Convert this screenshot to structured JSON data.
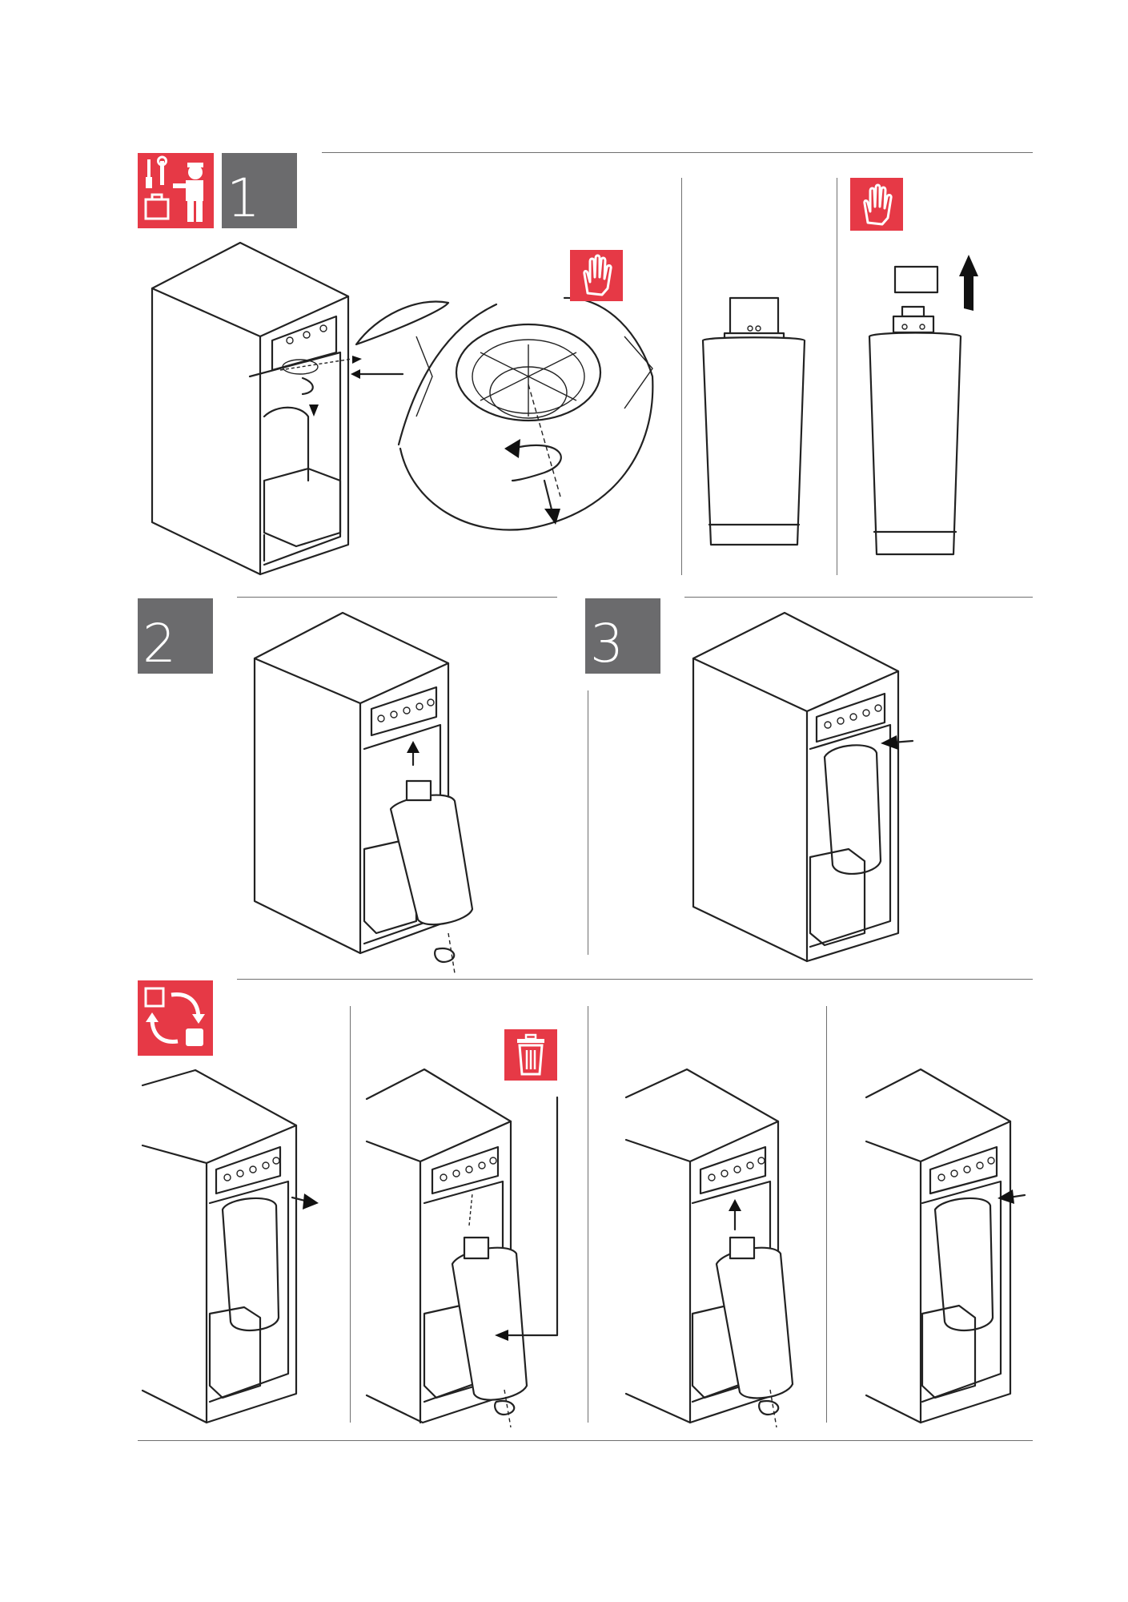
{
  "steps": {
    "s1": "1",
    "s2": "2",
    "s3": "3"
  },
  "icons": {
    "tools_worker": "tools-worker-icon",
    "hand_stop": "hand-stop-icon",
    "replace_cycle": "replace-cycle-icon",
    "trash": "trash-icon",
    "arrow": "arrow-icon",
    "rotate": "rotate-icon"
  },
  "colors": {
    "accent": "#e63946",
    "step_box": "#6b6b6d",
    "line": "#6f6f6f",
    "ink": "#222222"
  }
}
